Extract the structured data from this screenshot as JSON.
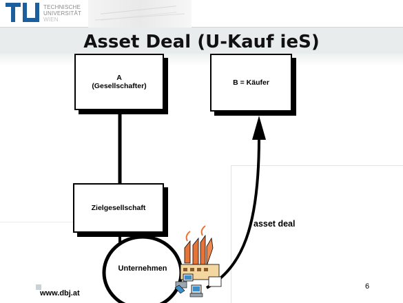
{
  "header": {
    "logo_mark": "TU",
    "logo_lines": [
      "TECHNISCHE",
      "UNIVERSITÄT",
      "WIEN"
    ]
  },
  "title": "Asset Deal (U-Kauf ieS)",
  "diagram": {
    "box_a": {
      "line1": "A",
      "line2": "(Gesellschafter)"
    },
    "box_b": {
      "label": "B = Käufer"
    },
    "box_target": {
      "label": "Zielgesellschaft"
    },
    "circle": {
      "label": "Unternehmen"
    },
    "arrow": {
      "label": "asset deal"
    },
    "icon": "factory-computers-icon"
  },
  "footer": {
    "url": "www.dbj.at",
    "page_number": "6"
  },
  "colors": {
    "header_band": "#e8ecec",
    "logo": "#1d5f9c",
    "flames": "#e5743a",
    "stroke": "#000000"
  }
}
